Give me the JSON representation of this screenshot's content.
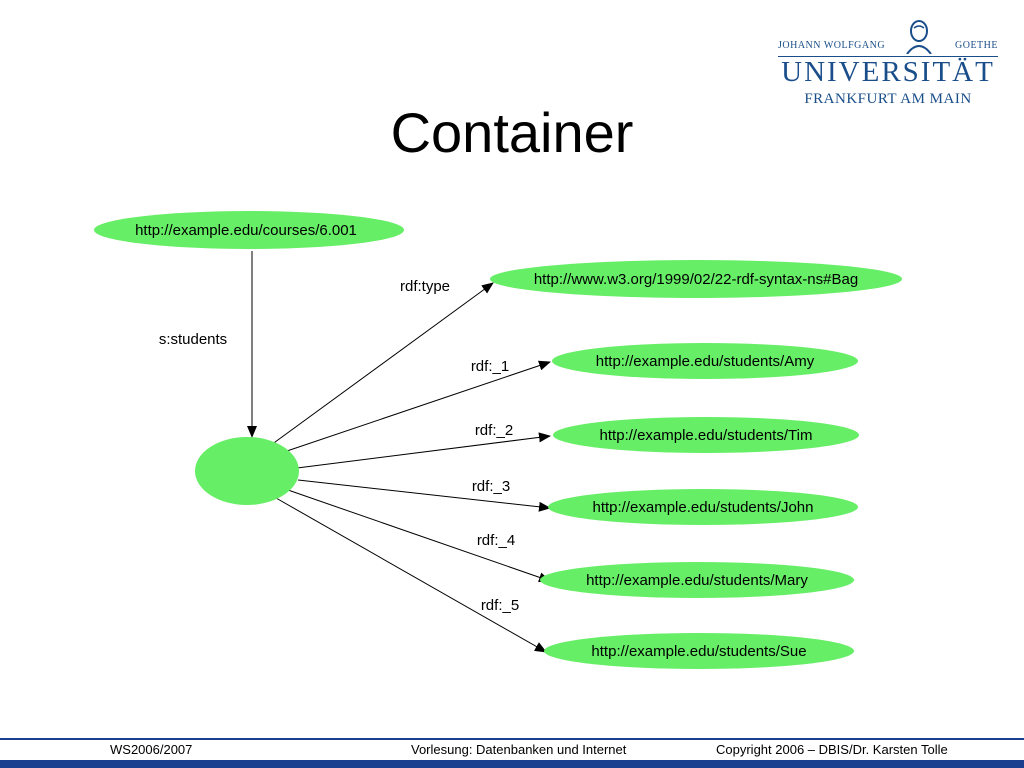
{
  "slide": {
    "title": "Container"
  },
  "logo": {
    "name_left": "JOHANN WOLFGANG",
    "name_right": "GOETHE",
    "university": "UNIVERSITÄT",
    "city": "FRANKFURT AM MAIN",
    "color": "#1a4e8a"
  },
  "diagram": {
    "node_color": "#66ee66",
    "subject": "http://example.edu/courses/6.001",
    "subject_edge_label": "s:students",
    "edges": [
      {
        "label": "rdf:type",
        "target": "http://www.w3.org/1999/02/22-rdf-syntax-ns#Bag"
      },
      {
        "label": "rdf:_1",
        "target": "http://example.edu/students/Amy"
      },
      {
        "label": "rdf:_2",
        "target": "http://example.edu/students/Tim"
      },
      {
        "label": "rdf:_3",
        "target": "http://example.edu/students/John"
      },
      {
        "label": "rdf:_4",
        "target": "http://example.edu/students/Mary"
      },
      {
        "label": "rdf:_5",
        "target": "http://example.edu/students/Sue"
      }
    ]
  },
  "footer": {
    "left": "WS2006/2007",
    "center": "Vorlesung: Datenbanken und Internet",
    "right": "Copyright 2006 – DBIS/Dr. Karsten Tolle",
    "bar_color": "#1a3f8f"
  }
}
